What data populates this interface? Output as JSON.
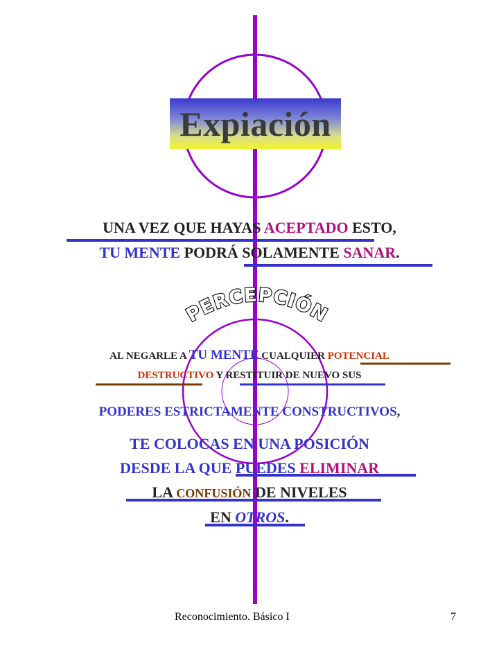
{
  "title": "Expiación",
  "curved_heading": "PERCEPCIÓN",
  "line1": {
    "a": "UNA VEZ QUE HAYAS ",
    "b": "ACEPTADO",
    "c": " ESTO,"
  },
  "line2": {
    "a": "TU MENTE",
    "b": " PODRÁ SOLAMENTE ",
    "c": "SANAR",
    "d": "."
  },
  "line3": {
    "a": "AL NEGARLE A ",
    "b": "TU MENTE",
    "c": " CUALQUIER ",
    "d": "POTENCIAL"
  },
  "line4": {
    "a": "DESTRUCTIVO",
    "b": " Y RESTITUIR DE NUEVO SUS"
  },
  "line5": {
    "a": "PODERES ESTRICTAMENTE CONSTRUCTIVOS",
    "b": ","
  },
  "line6": {
    "a": "TE COLOCAS EN UNA POSICIÓN"
  },
  "line7": {
    "a": "DESDE LA QUE PUEDES ",
    "b": "ELIMINAR"
  },
  "line8": {
    "a": "LA ",
    "b": "CONFUSIÓN",
    "c": " DE NIVELES"
  },
  "line9": {
    "a": "EN ",
    "b": "OTROS",
    "c": "."
  },
  "footer": {
    "left": "Reconocimiento. Básico I",
    "page": "7"
  },
  "colors": {
    "purple": "#9900cc",
    "blue": "#3333cc",
    "magenta": "#b0117f",
    "red": "#cc3300",
    "brown": "#7a3a00"
  }
}
